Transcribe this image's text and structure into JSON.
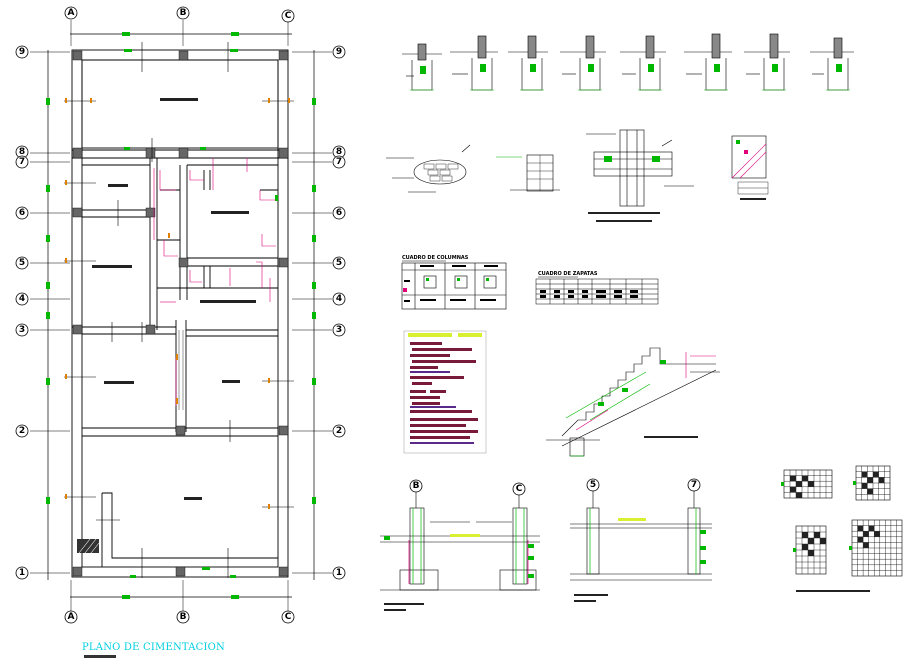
{
  "plan": {
    "title": "PLANO DE CIMENTACION",
    "axes_letters": [
      "A",
      "B",
      "C"
    ],
    "axes_numbers": [
      "9",
      "8",
      "7",
      "6",
      "5",
      "4",
      "3",
      "2",
      "1"
    ]
  },
  "elevation_1": {
    "axes": [
      "B",
      "C"
    ]
  },
  "elevation_2": {
    "axes": [
      "5",
      "7"
    ]
  },
  "tables": {
    "columns_title": "CUADRO DE COLUMNAS",
    "footings_title": "CUADRO DE ZAPATAS"
  },
  "colors": {
    "line": "#000000",
    "dimension": "#00b800",
    "column": "#555555",
    "annotation": "#e0007a",
    "title": "#00cfe0",
    "notes": "#7a1a3a",
    "notes_alt": "#5a2a8a",
    "highlight": "#d8f030"
  }
}
